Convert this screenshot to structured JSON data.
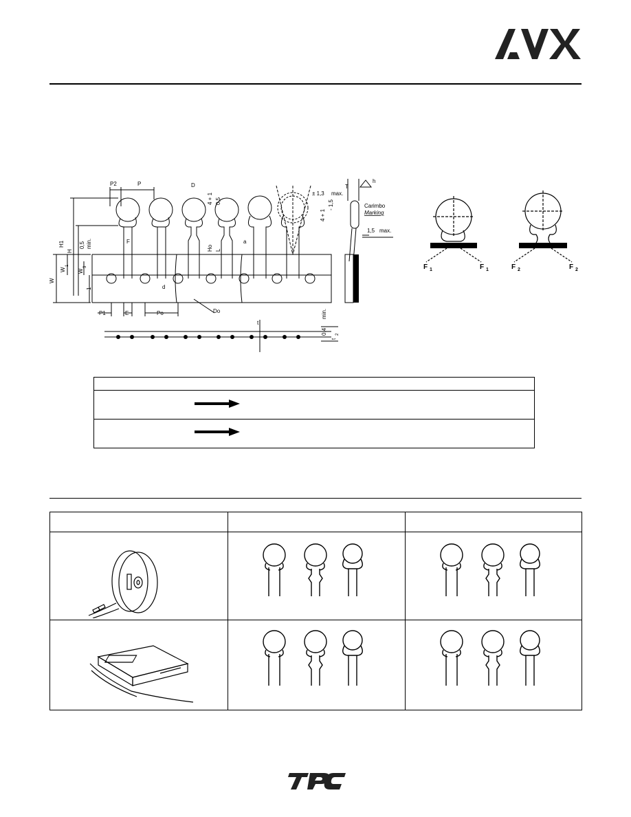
{
  "brand": {
    "logo_text": "AVX",
    "footer_logo_text": "TPC"
  },
  "tape_drawing": {
    "labels": {
      "p2": "P2",
      "p": "P",
      "d_body": "D",
      "h1": "H1",
      "h": "H",
      "h_min": "0,5",
      "min": "min.",
      "w": "W",
      "w1": "W",
      "w1_sub": "1",
      "w3": "W",
      "w3_sub": "3",
      "one": "1",
      "f": "F",
      "d_lead": "d",
      "p1": "P1",
      "e": "E",
      "po": "Po",
      "do": "Do",
      "ho": "Ho",
      "l": "L",
      "a": "a",
      "t_lower": "t",
      "four_plus_one_a": "4 + 1",
      "half_a": "0,5",
      "four_plus_one_b": "4 + 1",
      "minus_half": "- 1,5",
      "pm_13": "± 1,3",
      "max": "max.",
      "tmark": "T",
      "delta_h": "h",
      "carimbo": "Carimbo",
      "marking": "Marking",
      "max_15": "1,5",
      "max_15_max": "max.",
      "min_04": "0,4",
      "min_04_min": "min.",
      "t2": "t",
      "t2_sub": "2"
    }
  },
  "force_drawing": {
    "f1": "F",
    "f1_sub": "1",
    "f2": "F",
    "f2_sub": "2"
  },
  "direction_table": {
    "rows": 2
  },
  "packaging_table": {
    "columns": 3,
    "rows": 2
  }
}
